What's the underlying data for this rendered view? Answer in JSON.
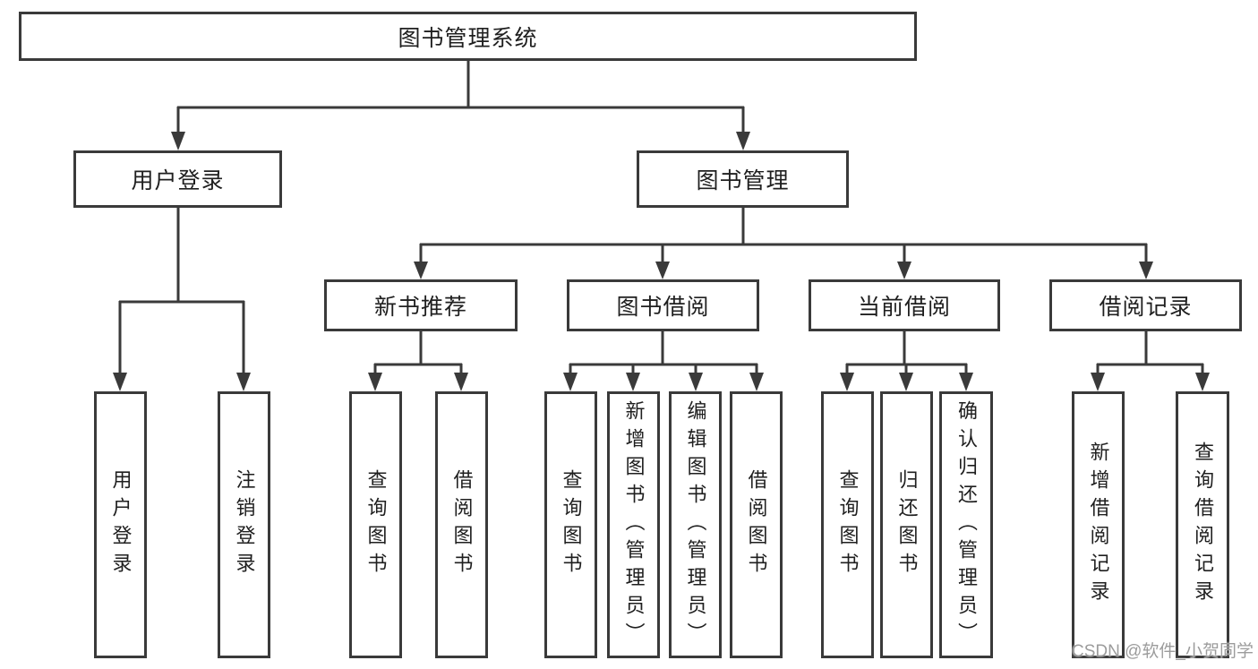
{
  "diagram": {
    "type": "hierarchy-structure-chart",
    "root": "图书管理系统",
    "branches": [
      {
        "label": "用户登录",
        "children": [
          "用户登录",
          "注销登录"
        ]
      },
      {
        "label": "图书管理",
        "children": [
          {
            "label": "新书推荐",
            "children": [
              "查询图书",
              "借阅图书"
            ]
          },
          {
            "label": "图书借阅",
            "children": [
              "查询图书",
              "新增图书（管理员）",
              "编辑图书（管理员）",
              "借阅图书"
            ]
          },
          {
            "label": "当前借阅",
            "children": [
              "查询图书",
              "归还图书",
              "确认归还（管理员）"
            ]
          },
          {
            "label": "借阅记录",
            "children": [
              "新增借阅记录",
              "查询借阅记录"
            ]
          }
        ]
      }
    ],
    "colors": {
      "line": "#3a3a3a",
      "box_border": "#3a3a3a",
      "text": "#1f1f1f",
      "watermark": "#9c9c9c",
      "background": "#ffffff"
    },
    "watermark": "CSDN @软件_小贺同学"
  }
}
